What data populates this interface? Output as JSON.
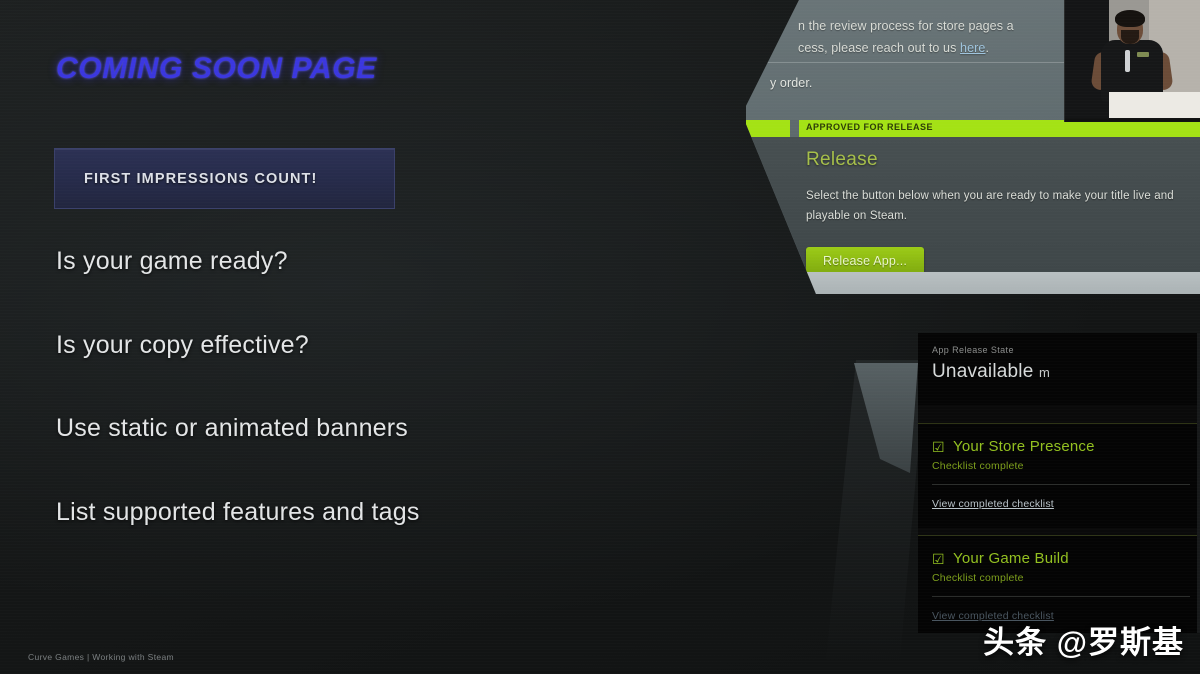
{
  "slide": {
    "title": "COMING SOON PAGE",
    "callout": "FIRST IMPRESSIONS COUNT!",
    "bullets": [
      "Is your game ready?",
      "Is your copy effective?",
      "Use static or animated banners",
      "List supported features and tags"
    ],
    "footer": "Curve Games | Working with Steam",
    "title_color": "#3b37df",
    "callout_bg": "#2c3154"
  },
  "steam_top_panel": {
    "note_line1": "n the review process for store pages a",
    "note_line2_before": "cess, please reach out to us ",
    "note_link": "here",
    "note_line2_after": ".",
    "order_line": "y order.",
    "approved_banner": "APPROVED FOR RELEASE",
    "release_heading": "Release",
    "release_body": "Select the button below when you are ready to make your title live and playable on Steam.",
    "release_button": "Release App...",
    "accent_green": "#a4e215",
    "heading_green": "#a6bf4a"
  },
  "steam_bottom_panel": {
    "release_state_label": "App Release State",
    "release_state_value": "Unavailable",
    "release_state_value_trailing": "m",
    "checklists": [
      {
        "check_icon": "checkbox-checked-icon",
        "title": "Your Store Presence",
        "subtitle": "Checklist complete",
        "link": "View completed checklist"
      },
      {
        "check_icon": "checkbox-checked-icon",
        "title": "Your Game Build",
        "subtitle": "Checklist complete",
        "link": "View completed checklist"
      }
    ],
    "check_green": "#93c020"
  },
  "presenter": {
    "icon": "presenter-video-icon"
  },
  "watermark": {
    "text": "头条 @罗斯基"
  }
}
